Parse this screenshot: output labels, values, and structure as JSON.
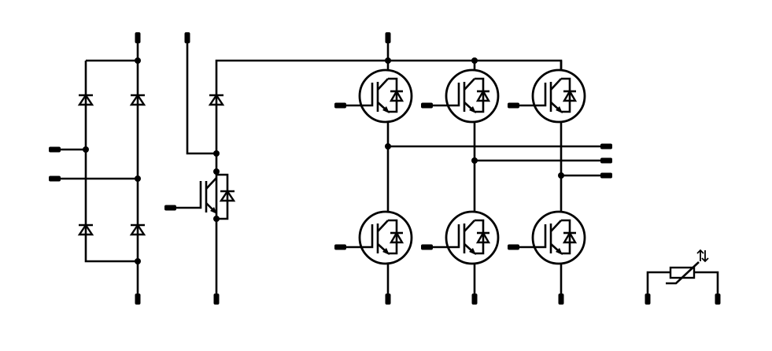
{
  "diagram": {
    "type": "power-module-schematic",
    "background": "#ffffff",
    "line_color": "#000000",
    "blocks": [
      {
        "id": "rectifier-bridge",
        "kind": "diode-bridge",
        "diodes": 4
      },
      {
        "id": "brake-chopper",
        "kind": "diode-plus-igbt-with-freewheel-diode"
      },
      {
        "id": "inverter",
        "kind": "three-phase-igbt-bridge",
        "igbts": 6
      },
      {
        "id": "ntc",
        "kind": "thermistor"
      }
    ],
    "icons": [
      "diode-icon",
      "igbt-icon",
      "thermistor-icon",
      "terminal-pin-icon",
      "junction-dot-icon"
    ]
  }
}
